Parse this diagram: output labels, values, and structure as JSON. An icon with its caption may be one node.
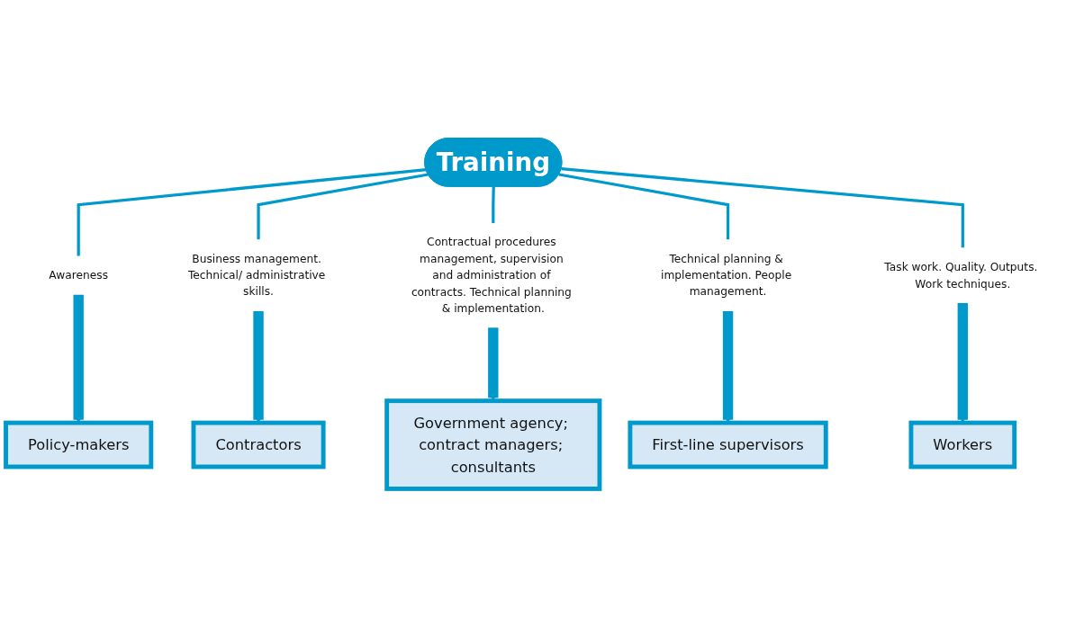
{
  "diagram": {
    "nodes": [
      {
        "text": [
          "Training"
        ]
      },
      {
        "text": [
          "Awareness"
        ]
      },
      {
        "text": [
          "Business management. Technical/ administrative skills."
        ]
      },
      {
        "text": [
          "Contractual procedures management, supervision and administration of contracts. Technical planning & implementation."
        ]
      },
      {
        "text": [
          "Technical planning & implementation. People management."
        ]
      },
      {
        "text": [
          "Task work. Quality. Outputs. Work techniques."
        ]
      },
      {
        "text": [
          "Policy-makers"
        ]
      },
      {
        "text": [
          "Contractors"
        ]
      },
      {
        "text": [
          "Government agency; contract managers; consultants"
        ]
      },
      {
        "text": [
          "First-line supervisors"
        ]
      },
      {
        "text": [
          "Workers"
        ]
      }
    ],
    "edges": [
      {
        "from": 0,
        "to": 1,
        "arrow": "none"
      },
      {
        "from": 0,
        "to": 2,
        "arrow": "none"
      },
      {
        "from": 0,
        "to": 3,
        "arrow": "none"
      },
      {
        "from": 0,
        "to": 4,
        "arrow": "none"
      },
      {
        "from": 0,
        "to": 5,
        "arrow": "none"
      },
      {
        "from": 1,
        "to": 6,
        "arrow": "to",
        "style": "thick"
      },
      {
        "from": 2,
        "to": 7,
        "arrow": "to",
        "style": "thick"
      },
      {
        "from": 3,
        "to": 8,
        "arrow": "to",
        "style": "thick"
      },
      {
        "from": 4,
        "to": 9,
        "arrow": "to",
        "style": "thick"
      },
      {
        "from": 5,
        "to": 10,
        "arrow": "to",
        "style": "thick"
      }
    ]
  }
}
